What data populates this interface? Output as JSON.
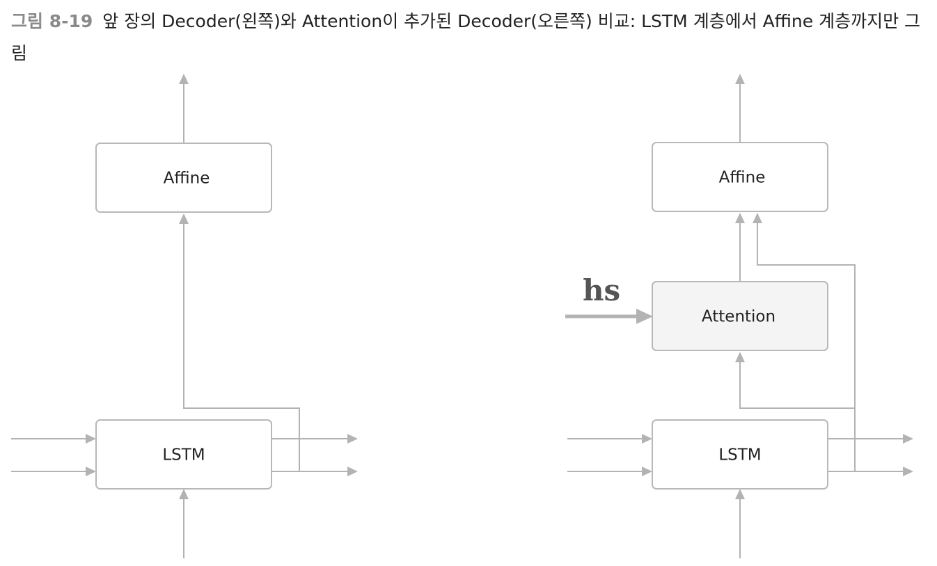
{
  "caption": {
    "label": "그림 8-19",
    "text": "앞 장의 Decoder(왼쪽)와 Attention이 추가된 Decoder(오른쪽) 비교: LSTM 계층에서 Affine 계층까지만 그림"
  },
  "left_decoder": {
    "affine_label": "Affine",
    "lstm_label": "LSTM"
  },
  "right_decoder": {
    "affine_label": "Affine",
    "attention_label": "Attention",
    "lstm_label": "LSTM",
    "hs_label": "hs"
  },
  "colors": {
    "box_border": "#b8b8b8",
    "arrow": "#b3b3b3",
    "attention_fill": "#f3f4f3",
    "caption_label": "#8a8a8a"
  }
}
